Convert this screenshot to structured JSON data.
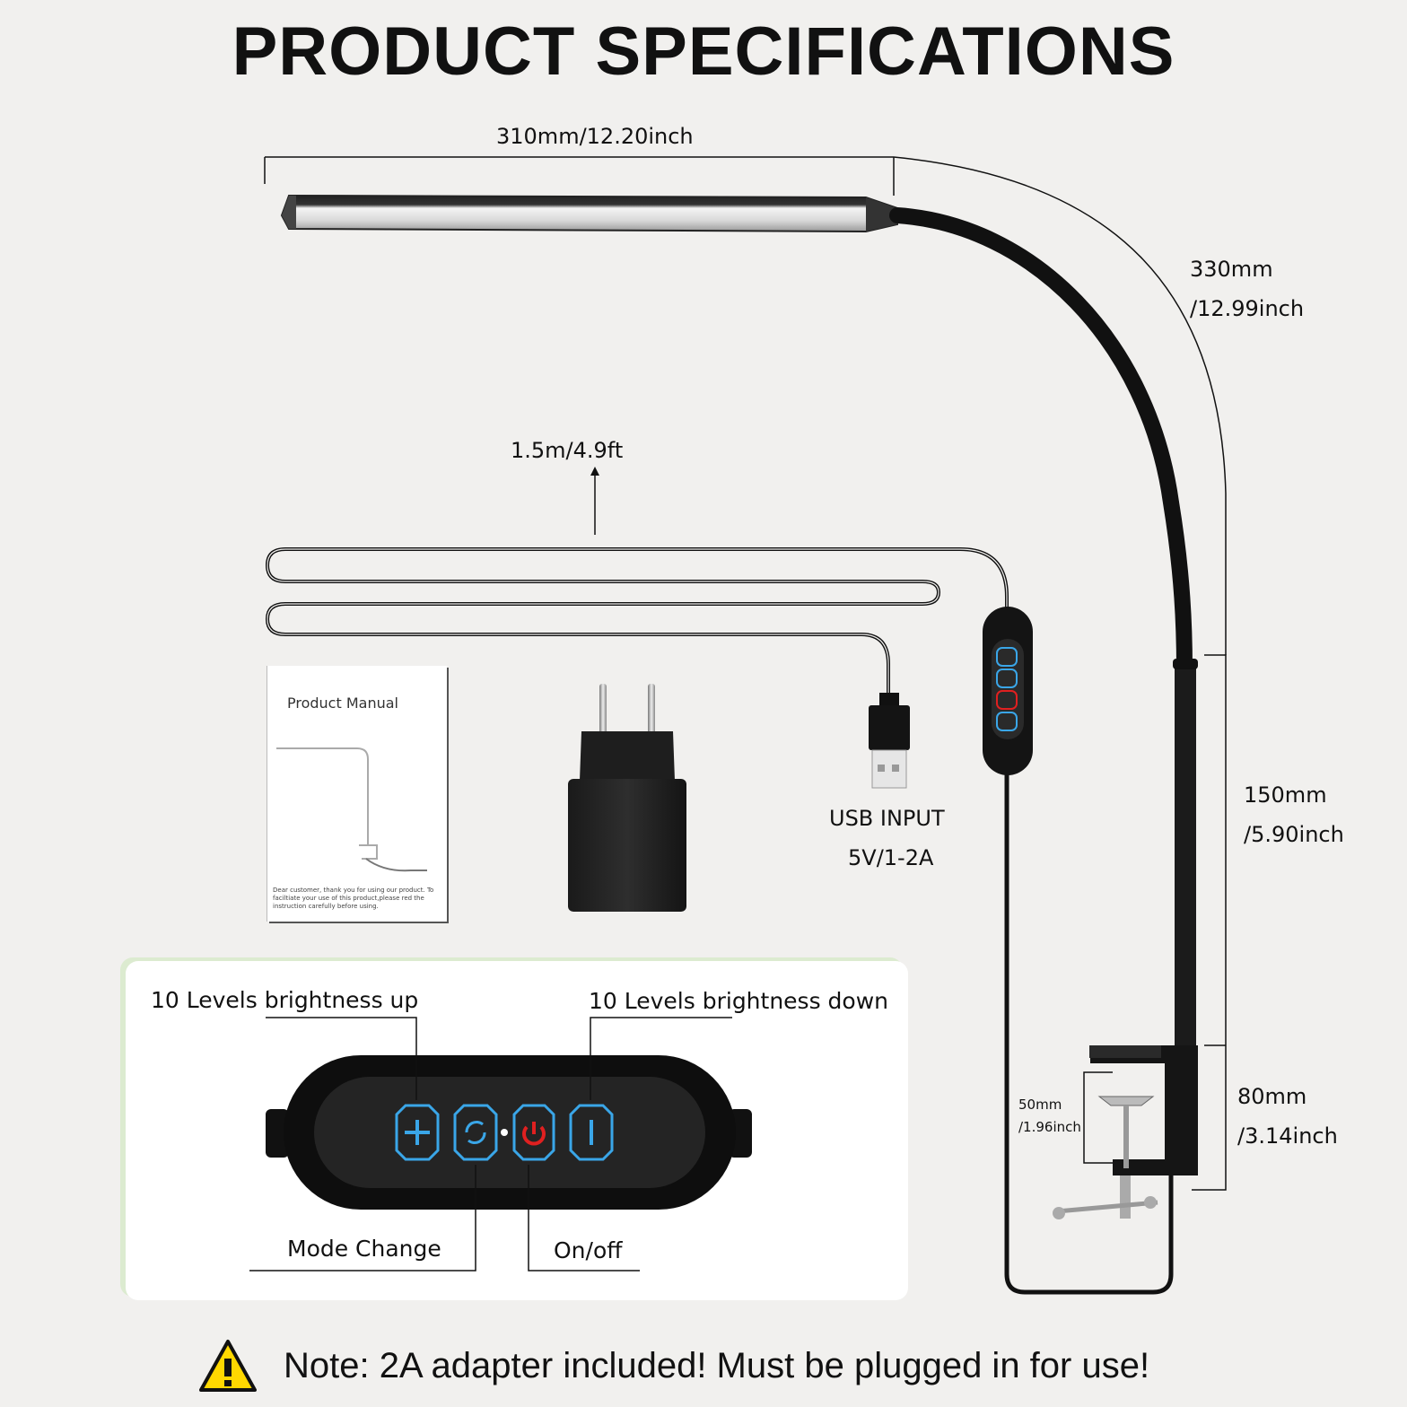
{
  "title": "PRODUCT SPECIFICATIONS",
  "dimensions": {
    "head_width": "310mm/12.20inch",
    "gooseneck_length_line1": "330mm",
    "gooseneck_length_line2": "/12.99inch",
    "pole_length_line1": "150mm",
    "pole_length_line2": "/5.90inch",
    "clamp_height_line1": "80mm",
    "clamp_height_line2": "/3.14inch",
    "clamp_opening_line1": "50mm",
    "clamp_opening_line2": "/1.96inch",
    "cable_length": "1.5m/4.9ft"
  },
  "usb": {
    "line1": "USB INPUT",
    "line2": "5V/1-2A"
  },
  "manual": {
    "title": "Product Manual",
    "text": "Dear customer, thank you for using our product. To faciltiate your use of this product,please red the instruction carefully before using."
  },
  "controller": {
    "brightness_up": "10 Levels brightness up",
    "brightness_down": "10 Levels brightness down",
    "mode_change": "Mode Change",
    "on_off": "On/off"
  },
  "note": "Note: 2A adapter included! Must be plugged in for use!",
  "colors": {
    "background": "#f1f0ee",
    "button_glow": "#3aa6e8",
    "power_red": "#e02020",
    "warning_yellow": "#ffd800"
  }
}
